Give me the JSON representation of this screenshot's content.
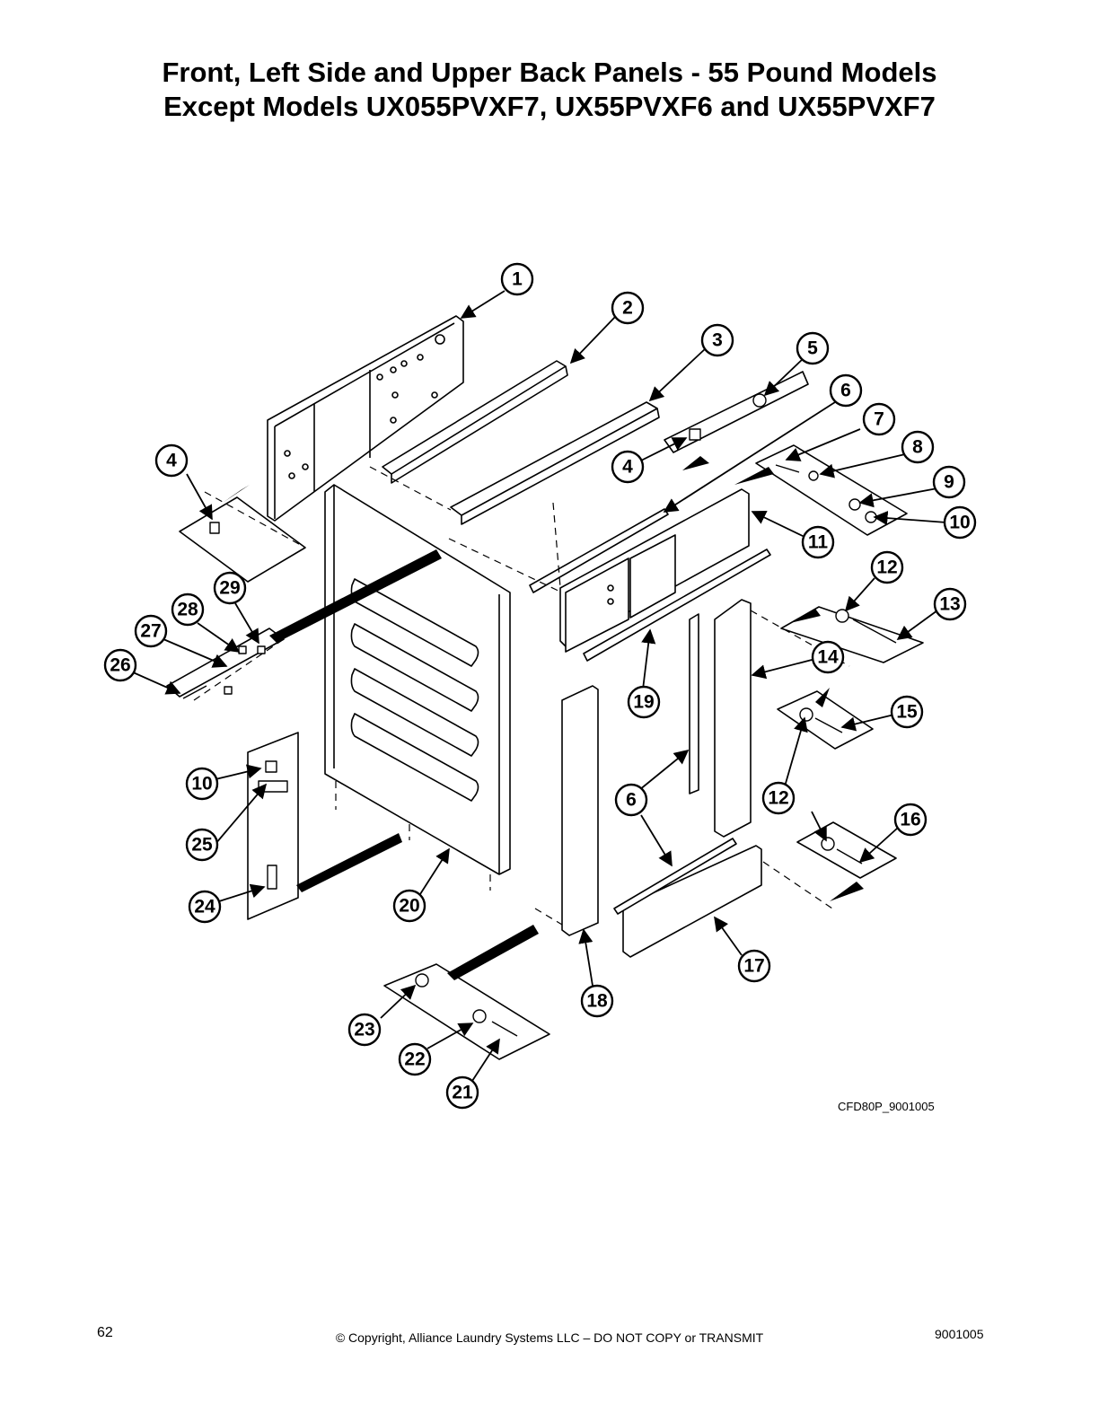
{
  "title_line1": "Front, Left Side and Upper Back Panels - 55 Pound Models",
  "title_line2": "Except Models UX055PVXF7, UX55PVXF6 and UX55PVXF7",
  "figure_code": "CFD80P_9001005",
  "footer": {
    "page_number": "62",
    "copyright": "© Copyright, Alliance Laundry Systems LLC – DO NOT COPY or TRANSMIT",
    "doc_number": "9001005"
  },
  "callouts": [
    "1",
    "2",
    "3",
    "4",
    "5",
    "6",
    "7",
    "8",
    "9",
    "10",
    "11",
    "12",
    "13",
    "14",
    "15",
    "16",
    "17",
    "18",
    "19",
    "20",
    "21",
    "22",
    "23",
    "24",
    "25",
    "26",
    "27",
    "28",
    "29"
  ]
}
